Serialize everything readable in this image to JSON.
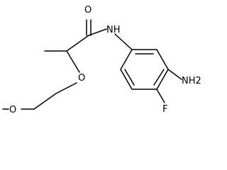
{
  "molecule": {
    "labels": {
      "carbonyl_oxygen": "O",
      "amide_nitrogen": "NH",
      "ether_oxygen": "O",
      "methoxy_group": "O",
      "amino_group": "NH2",
      "fluorine": "F"
    }
  },
  "colors": {
    "ink": "#000000",
    "background": "#ffffff"
  }
}
